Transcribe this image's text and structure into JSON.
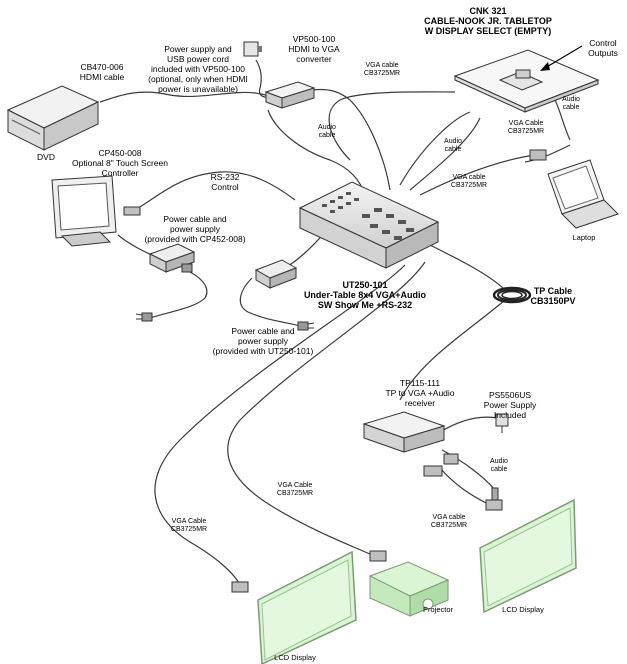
{
  "labels": {
    "cnk": {
      "line1": "CNK 321",
      "line2": "CABLE-NOOK JR. TABLETOP",
      "line3": "W DISPLAY SELECT (EMPTY)"
    },
    "control_outputs": {
      "line1": "Control",
      "line2": "Outputs"
    },
    "vp500": {
      "line1": "VP500-100",
      "line2": "HDMI to VGA",
      "line3": "converter"
    },
    "usb_power": {
      "line1": "Power supply and",
      "line2": "USB power cord",
      "line3": "included with VP500-100",
      "line4": "(optional, only when HDMI",
      "line5": "power is unavailable)"
    },
    "cb470": {
      "line1": "CB470-006",
      "line2": "HDMI cable"
    },
    "vga_cable_top": {
      "line1": "VGA cable",
      "line2": "CB3725MR"
    },
    "audio_cable_right": {
      "line1": "Audio",
      "line2": "cable"
    },
    "vga_cable_right": {
      "line1": "VGA Cable",
      "line2": "CB3725MR"
    },
    "audio_cable_center": {
      "line1": "Audio",
      "line2": "cable"
    },
    "audio_cable_mid": {
      "line1": "Audio",
      "line2": "cable"
    },
    "vga_cable_mid": {
      "line1": "VGA cable",
      "line2": "CB3725MR"
    },
    "dvd": "DVD",
    "cp450": {
      "line1": "CP450-008",
      "line2": "Optional 8\" Touch Screen",
      "line3": "Controller"
    },
    "rs232": {
      "line1": "RS-232",
      "line2": "Control"
    },
    "cp_power": {
      "line1": "Power cable and",
      "line2": "power supply",
      "line3": "(provided with CP452-008)"
    },
    "laptop": "Laptop",
    "ut250": {
      "line1": "UT250-101",
      "line2": "Under-Table 8x4 VGA+Audio",
      "line3": "SW Show Me +RS-232"
    },
    "tp_cable": {
      "line1": "TP Cable",
      "line2": "CB3150PV"
    },
    "ut_power": {
      "line1": "Power cable and",
      "line2": "power supply",
      "line3": "(provided with UT250-101)"
    },
    "tp115": {
      "line1": "TP115-111",
      "line2": "TP to VGA +Audio",
      "line3": "receiver"
    },
    "ps5506": {
      "line1": "PS5506US",
      "line2": "Power Supply",
      "line3": "Included"
    },
    "audio_cable_rx": {
      "line1": "Audio",
      "line2": "cable"
    },
    "vga_cable_proj": {
      "line1": "VGA Cable",
      "line2": "CB3725MR"
    },
    "vga_cable_left": {
      "line1": "VGA Cable",
      "line2": "CB3725MR"
    },
    "vga_cable_rx": {
      "line1": "VGA cable",
      "line2": "CB3725MR"
    },
    "projector": "Projector",
    "lcd_left": "LCD Display",
    "lcd_right": "LCD Display"
  },
  "colors": {
    "screen_green": "#d9f5d3",
    "screen_border": "#7c9a74",
    "line": "#333333"
  }
}
